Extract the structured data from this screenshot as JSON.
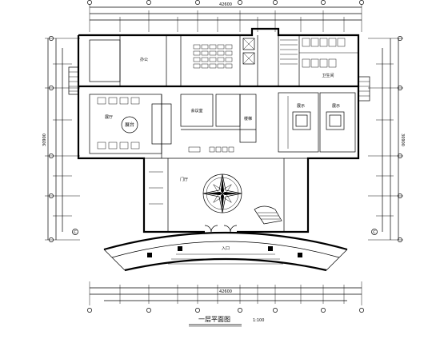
{
  "drawing": {
    "title": "一层平面图",
    "scale": "1:100",
    "marker_left": "C",
    "marker_right": "C"
  },
  "rooms": {
    "left_hall": "展厅",
    "left_hall_center": "展台",
    "left_annex": "办公",
    "center_room": "会议室",
    "stair_label": "楼梯",
    "right_hall_1": "展示",
    "right_hall_2": "展示",
    "toilets": "卫生间",
    "lobby": "门厅",
    "entrance": "入口"
  },
  "dimensions": {
    "top_total": "42600",
    "bottom_total": "42600",
    "left_total": "30900",
    "right_total": "30900"
  },
  "colors": {
    "line": "#000000",
    "background": "#ffffff"
  }
}
